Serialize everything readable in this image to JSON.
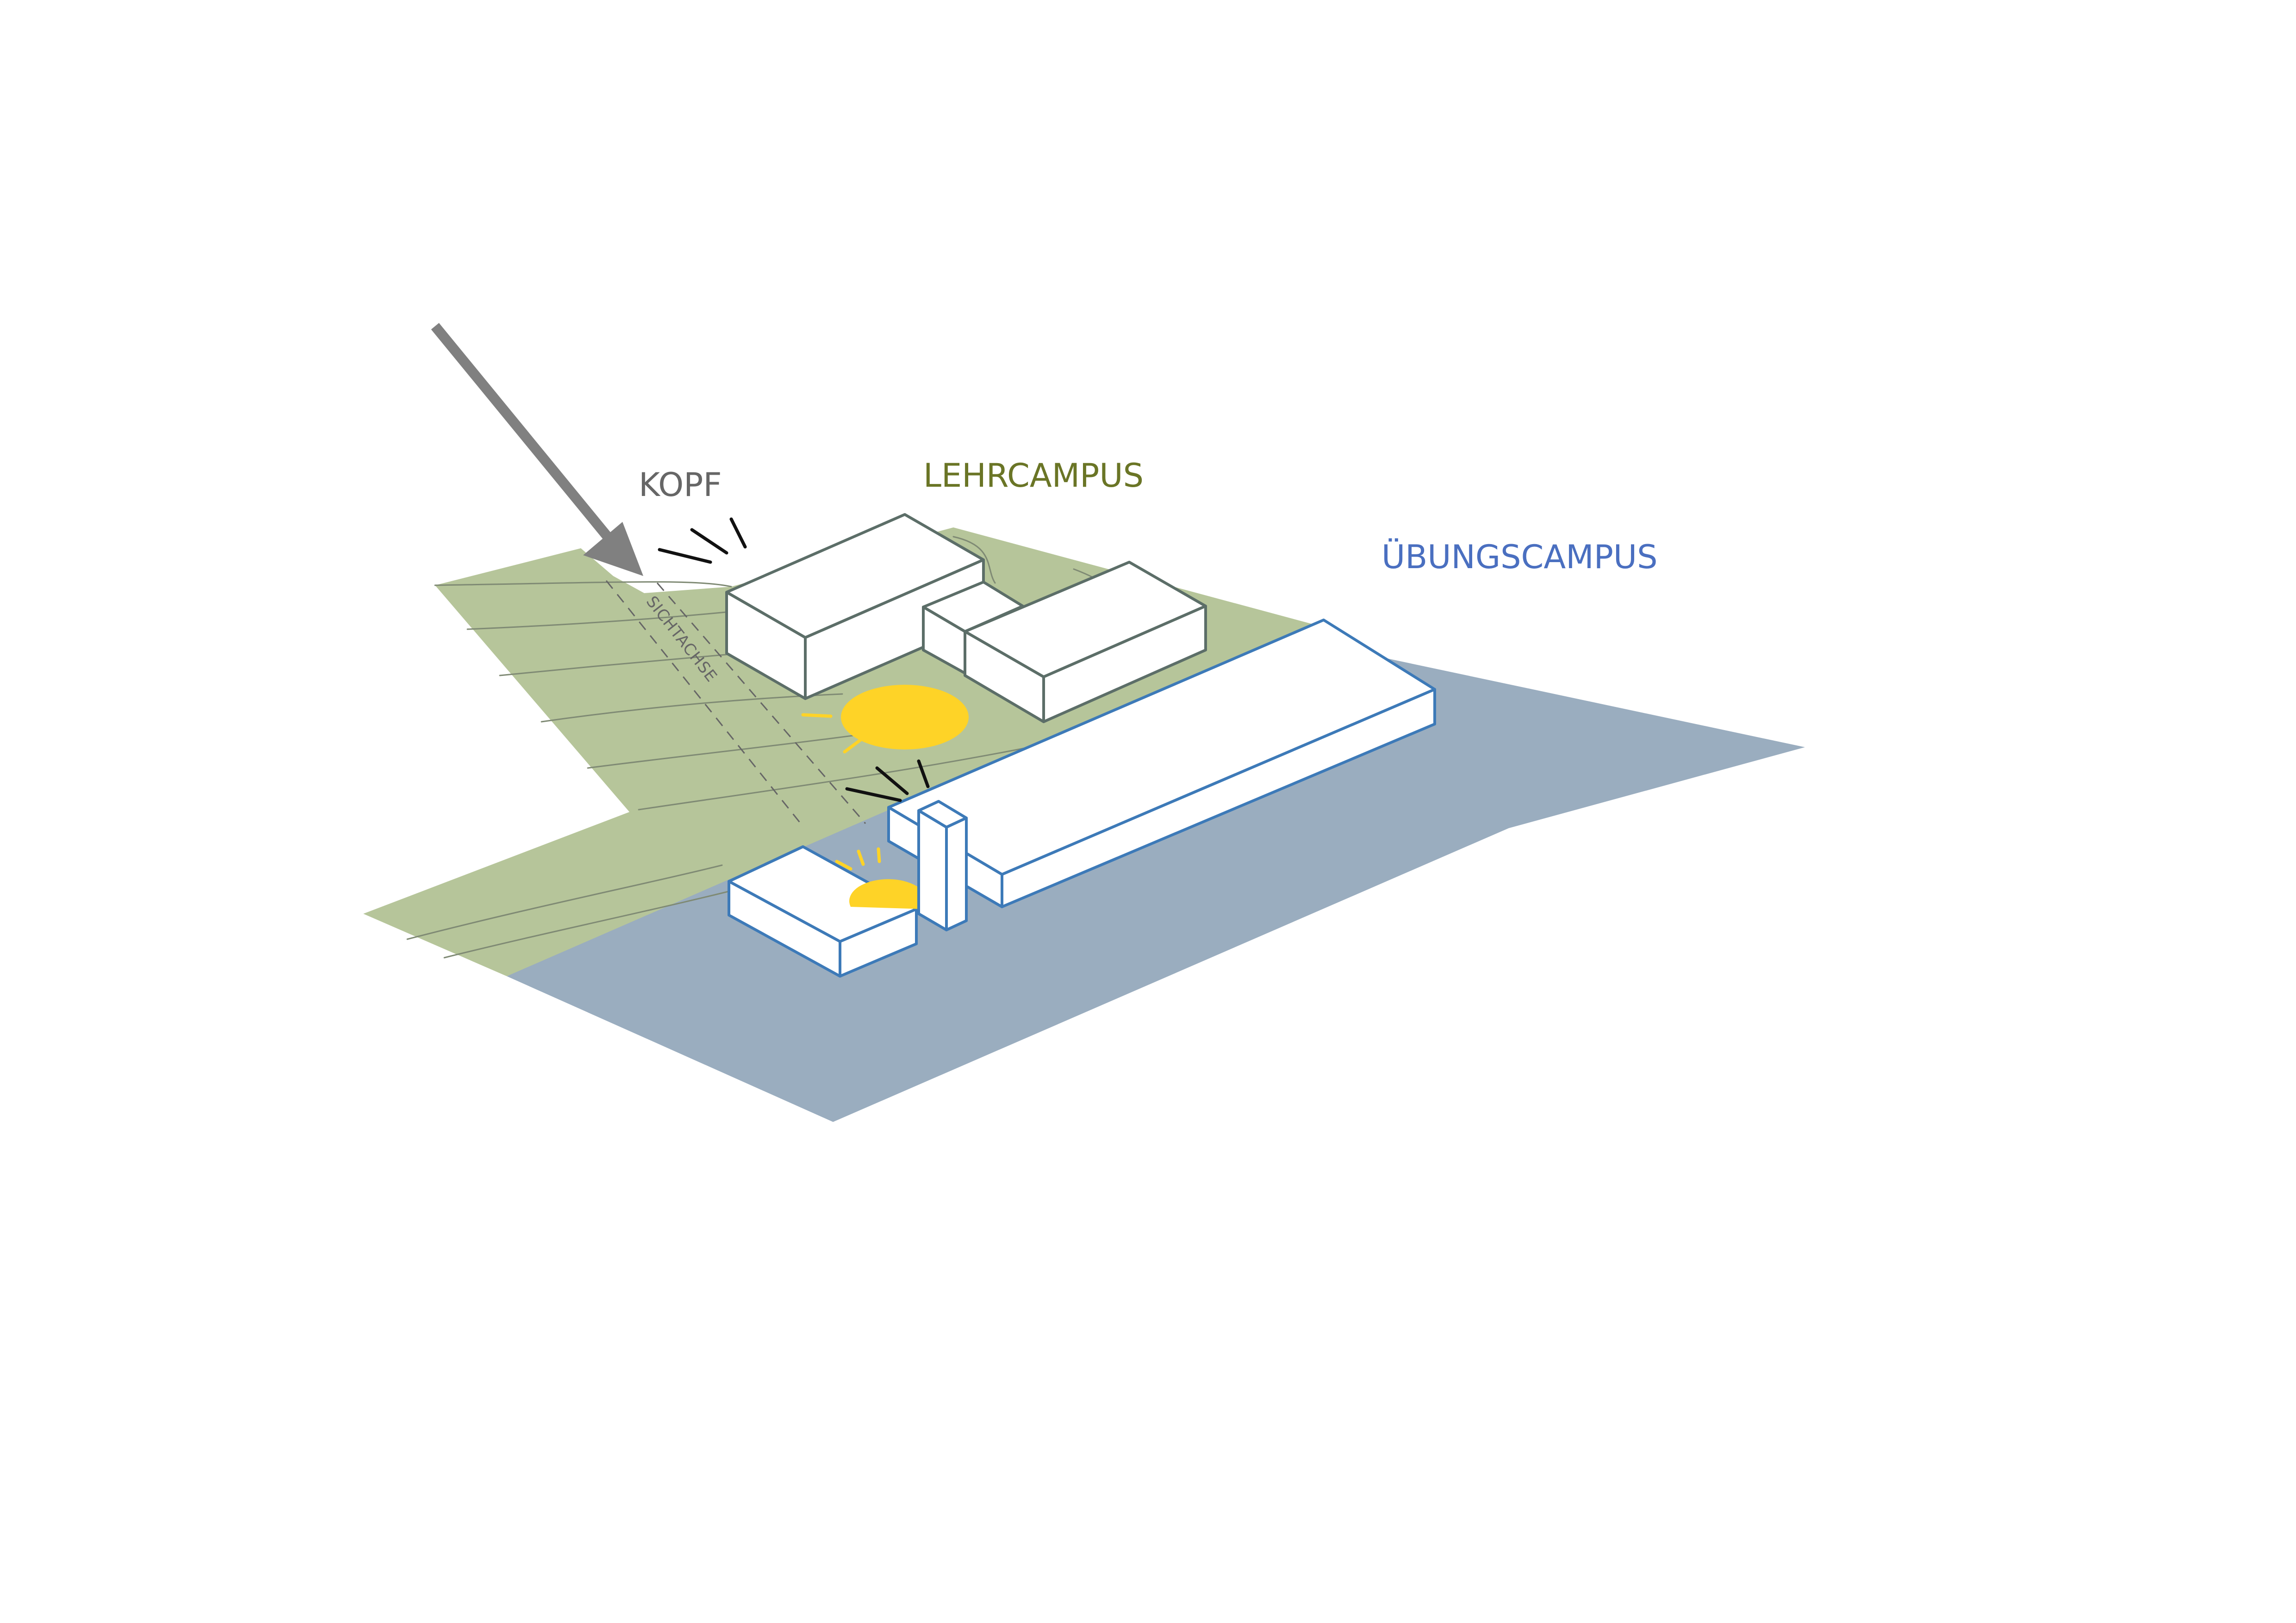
{
  "labels": {
    "kopf": "KOPF",
    "lehrcampus": "LEHRCAMPUS",
    "uebungscampus": "ÜBUNGSCAMPUS",
    "sichtachse": "SICHTACHSE"
  },
  "colors": {
    "green_terrain": "#b6c59a",
    "blue_terrain": "#9aadbf",
    "lehr_outline": "#5c6e68",
    "uebung_outline": "#3d7ab8",
    "sun": "#fed327",
    "arrow": "#808080",
    "kopf_text": "#666666",
    "lehrcampus_text": "#6a7526",
    "uebungscampus_text": "#4a6fc0",
    "contour": "#7f8a74",
    "rays": "#111111"
  },
  "icons": {
    "approach": "arrow-down-right-icon",
    "place": "sun-icon",
    "emphasis": "emphasis-rays-icon"
  }
}
